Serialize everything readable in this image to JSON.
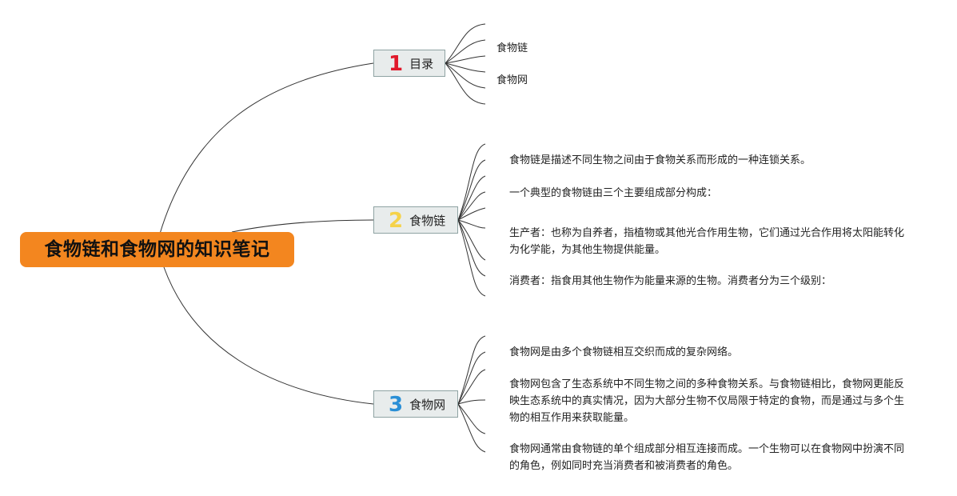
{
  "root": {
    "title": "食物链和食物网的知识笔记",
    "color": "#f3861f"
  },
  "branches": [
    {
      "number": "1",
      "number_color": "#e0192b",
      "label": "目录",
      "children": [
        "食物链",
        "食物网"
      ]
    },
    {
      "number": "2",
      "number_color": "#f5d24a",
      "label": "食物链",
      "children": [
        "食物链是描述不同生物之间由于食物关系而形成的一种连锁关系。",
        "一个典型的食物链由三个主要组成部分构成：",
        "生产者：也称为自养者，指植物或其他光合作用生物，它们通过光合作用将太阳能转化为化学能，为其他生物提供能量。",
        "消费者：指食用其他生物作为能量来源的生物。消费者分为三个级别："
      ]
    },
    {
      "number": "3",
      "number_color": "#2a8fd6",
      "label": "食物网",
      "children": [
        "食物网是由多个食物链相互交织而成的复杂网络。",
        "食物网包含了生态系统中不同生物之间的多种食物关系。与食物链相比，食物网更能反映生态系统中的真实情况，因为大部分生物不仅局限于特定的食物，而是通过与多个生物的相互作用来获取能量。",
        "食物网通常由食物链的单个组成部分相互连接而成。一个生物可以在食物网中扮演不同的角色，例如同时充当消费者和被消费者的角色。"
      ]
    }
  ]
}
